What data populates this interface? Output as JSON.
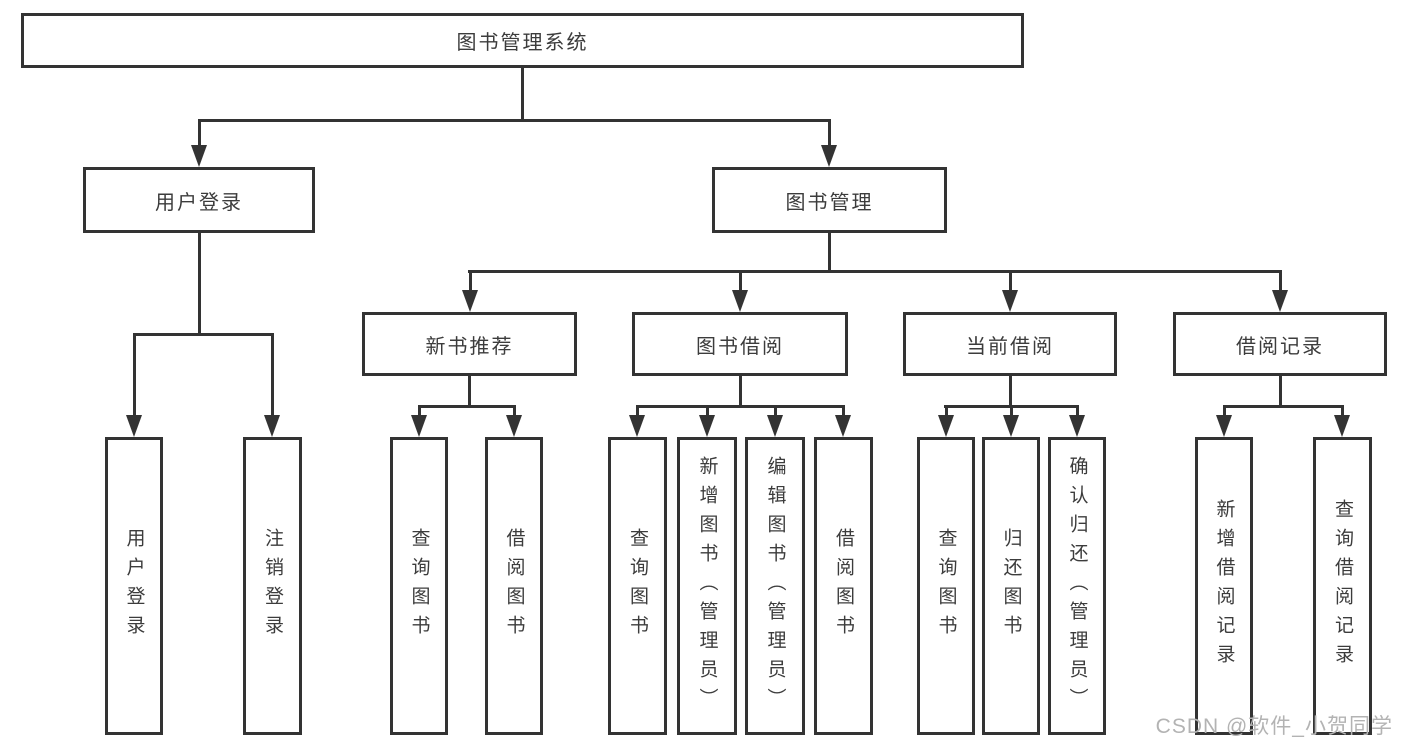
{
  "nodes": {
    "root": "图书管理系统",
    "user_login": "用户登录",
    "book_management": "图书管理",
    "new_book_recommend": "新书推荐",
    "book_borrow": "图书借阅",
    "current_borrow": "当前借阅",
    "borrow_records": "借阅记录",
    "leaf_user_login": "用户登录",
    "leaf_logout": "注销登录",
    "leaf_query_book_a": "查询图书",
    "leaf_borrow_book_a": "借阅图书",
    "leaf_query_book_b": "查询图书",
    "leaf_add_book": "新增图书（管理员）",
    "leaf_edit_book": "编辑图书（管理员）",
    "leaf_borrow_book_b": "借阅图书",
    "leaf_query_book_c": "查询图书",
    "leaf_return_book": "归还图书",
    "leaf_confirm_return": "确认归还（管理员）",
    "leaf_add_record": "新增借阅记录",
    "leaf_query_record": "查询借阅记录"
  },
  "watermark": "CSDN @软件_小贺同学",
  "colors": {
    "line": "#333333",
    "text": "#3c3c3c",
    "watermark": "#b3b3b3",
    "background": "#ffffff"
  }
}
